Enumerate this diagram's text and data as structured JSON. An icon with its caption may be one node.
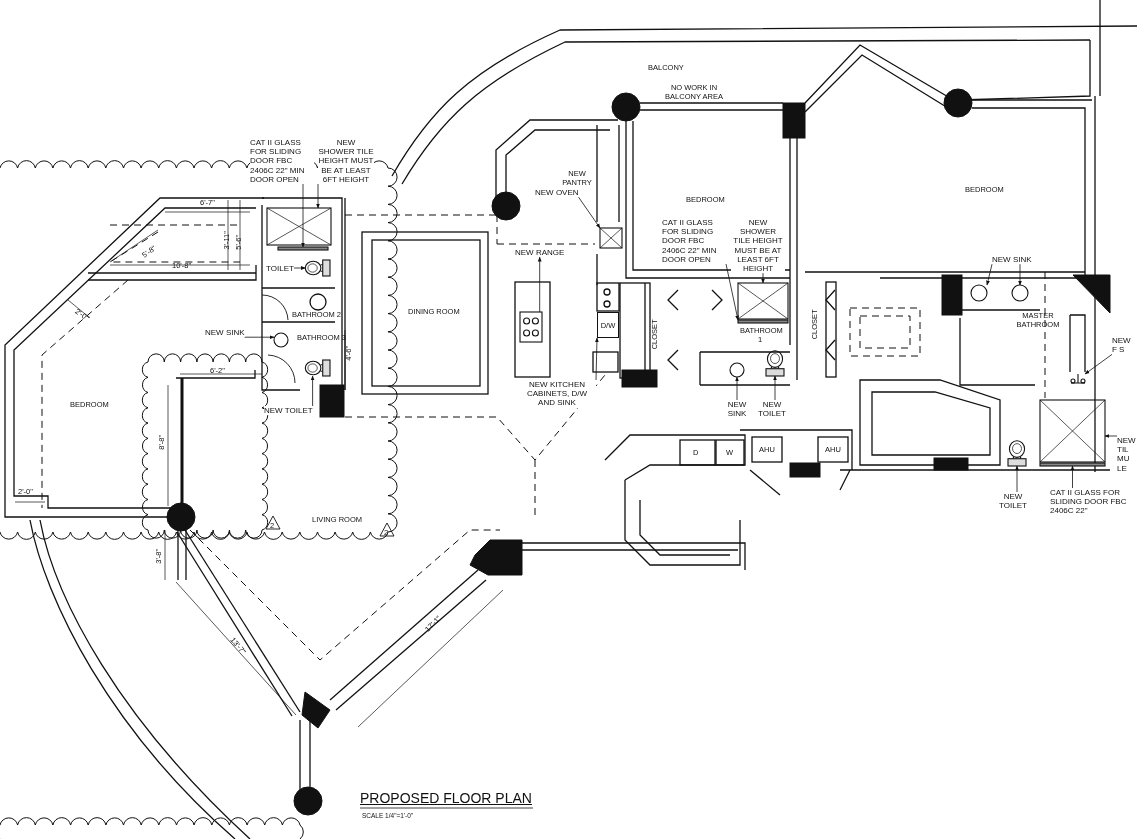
{
  "diagram": {
    "title": "PROPOSED  FLOOR PLAN",
    "caption": "SCALE 1/4\"=1'-0\"",
    "nodes": [
      {
        "text": [
          "CAT II GLASS FOR SLIDING DOOR FBC 2406C 22\" MIN DOOR OPEN"
        ]
      },
      {
        "text": [
          "NEW SHOWER TILE HEIGHT MUST BE AT LEAST 6FT HEIGHT"
        ]
      },
      {
        "text": [
          "TOILET"
        ]
      },
      {
        "text": [
          "NEW SINK"
        ]
      },
      {
        "text": [
          "NEW TOILET"
        ]
      },
      {
        "text": [
          "NEW OVEN"
        ]
      },
      {
        "text": [
          "NEW RANGE"
        ]
      },
      {
        "text": [
          "NEW KITCHEN CABINETS, D/W AND SINK"
        ]
      },
      {
        "text": [
          "CAT II GLASS FOR SLIDING DOOR FBC 2406C 22\" MIN DOOR OPEN"
        ]
      },
      {
        "text": [
          "NEW SHOWER TILE HEIGHT MUST BE AT LEAST 6FT HEIGHT"
        ]
      },
      {
        "text": [
          "NEW SINK"
        ]
      },
      {
        "text": [
          "NEW TOILET"
        ]
      },
      {
        "text": [
          "NEW SINK"
        ]
      },
      {
        "text": [
          "NEW F S"
        ]
      },
      {
        "text": [
          "NEW TIL MU LE"
        ]
      },
      {
        "text": [
          "NEW TOILET"
        ]
      },
      {
        "text": [
          "CAT II GLASS FOR SLIDING DOOR FBC 2406C 22\""
        ]
      },
      {
        "text": [],
        "shape": "bar"
      },
      {
        "text": [],
        "shape": "box"
      },
      {
        "text": [],
        "shape": "picture"
      },
      {
        "text": [],
        "shape": "circle"
      },
      {
        "text": [],
        "shape": "picture"
      },
      {
        "text": [],
        "shape": "box"
      },
      {
        "text": [],
        "shape": "picture"
      },
      {
        "text": [
          "D/W"
        ]
      },
      {
        "text": [],
        "shape": "bar"
      },
      {
        "text": [],
        "shape": "box"
      },
      {
        "text": [],
        "shape": "circle"
      },
      {
        "text": [],
        "shape": "picture"
      },
      {
        "text": [],
        "shape": "circle"
      },
      {
        "text": [],
        "shape": "circle"
      },
      {
        "text": [],
        "shape": "picture"
      },
      {
        "text": [],
        "shape": "box"
      },
      {
        "text": [],
        "shape": "picture"
      },
      {
        "text": [],
        "shape": "bar"
      }
    ],
    "edges": [
      {
        "from": 0,
        "to": 17,
        "arrow": "to"
      },
      {
        "from": 1,
        "to": 18,
        "arrow": "to"
      },
      {
        "from": 2,
        "to": 19,
        "arrow": "to"
      },
      {
        "from": 3,
        "to": 20,
        "arrow": "to"
      },
      {
        "from": 4,
        "to": 21,
        "arrow": "to"
      },
      {
        "from": 5,
        "to": 22,
        "arrow": "to"
      },
      {
        "from": 23,
        "to": 6,
        "arrow": "to"
      },
      {
        "from": 7,
        "to": 24,
        "arrow": "to"
      },
      {
        "from": 8,
        "to": 25,
        "arrow": "to"
      },
      {
        "from": 9,
        "to": 26,
        "arrow": "to"
      },
      {
        "from": 10,
        "to": 27,
        "arrow": "to"
      },
      {
        "from": 11,
        "to": 28,
        "arrow": "to"
      },
      {
        "from": 12,
        "to": 29,
        "arrow": "to"
      },
      {
        "from": 12,
        "to": 30,
        "arrow": "to"
      },
      {
        "from": 13,
        "to": 31,
        "arrow": "to"
      },
      {
        "from": 14,
        "to": 32,
        "arrow": "to"
      },
      {
        "from": 15,
        "to": 33,
        "arrow": "to"
      },
      {
        "from": 16,
        "to": 34,
        "arrow": "to"
      }
    ],
    "labels": [
      "BALCONY",
      "NO WORK IN BALCONY AREA",
      "NEW PANTRY",
      "BEDROOM",
      "BEDROOM",
      "6'-7\"",
      "5'-8\"",
      "3'-11\"",
      "5'-6\"",
      "10'-8\"",
      "DINING ROOM",
      "2'-0\"",
      "BATHROOM 2",
      "MASTER BATHROOM",
      "BATHROOM 3",
      "CLOSET",
      "BATHROOM 1",
      "CLOSET",
      "4'-6\"",
      "6'-2\"",
      "BEDROOM",
      "8'-8\"",
      "D",
      "W",
      "AHU",
      "AHU",
      "2'-0\"",
      "2",
      "LIVING ROOM",
      "2",
      "3'-8\"",
      "13'-7\"",
      "17'-1\""
    ]
  }
}
